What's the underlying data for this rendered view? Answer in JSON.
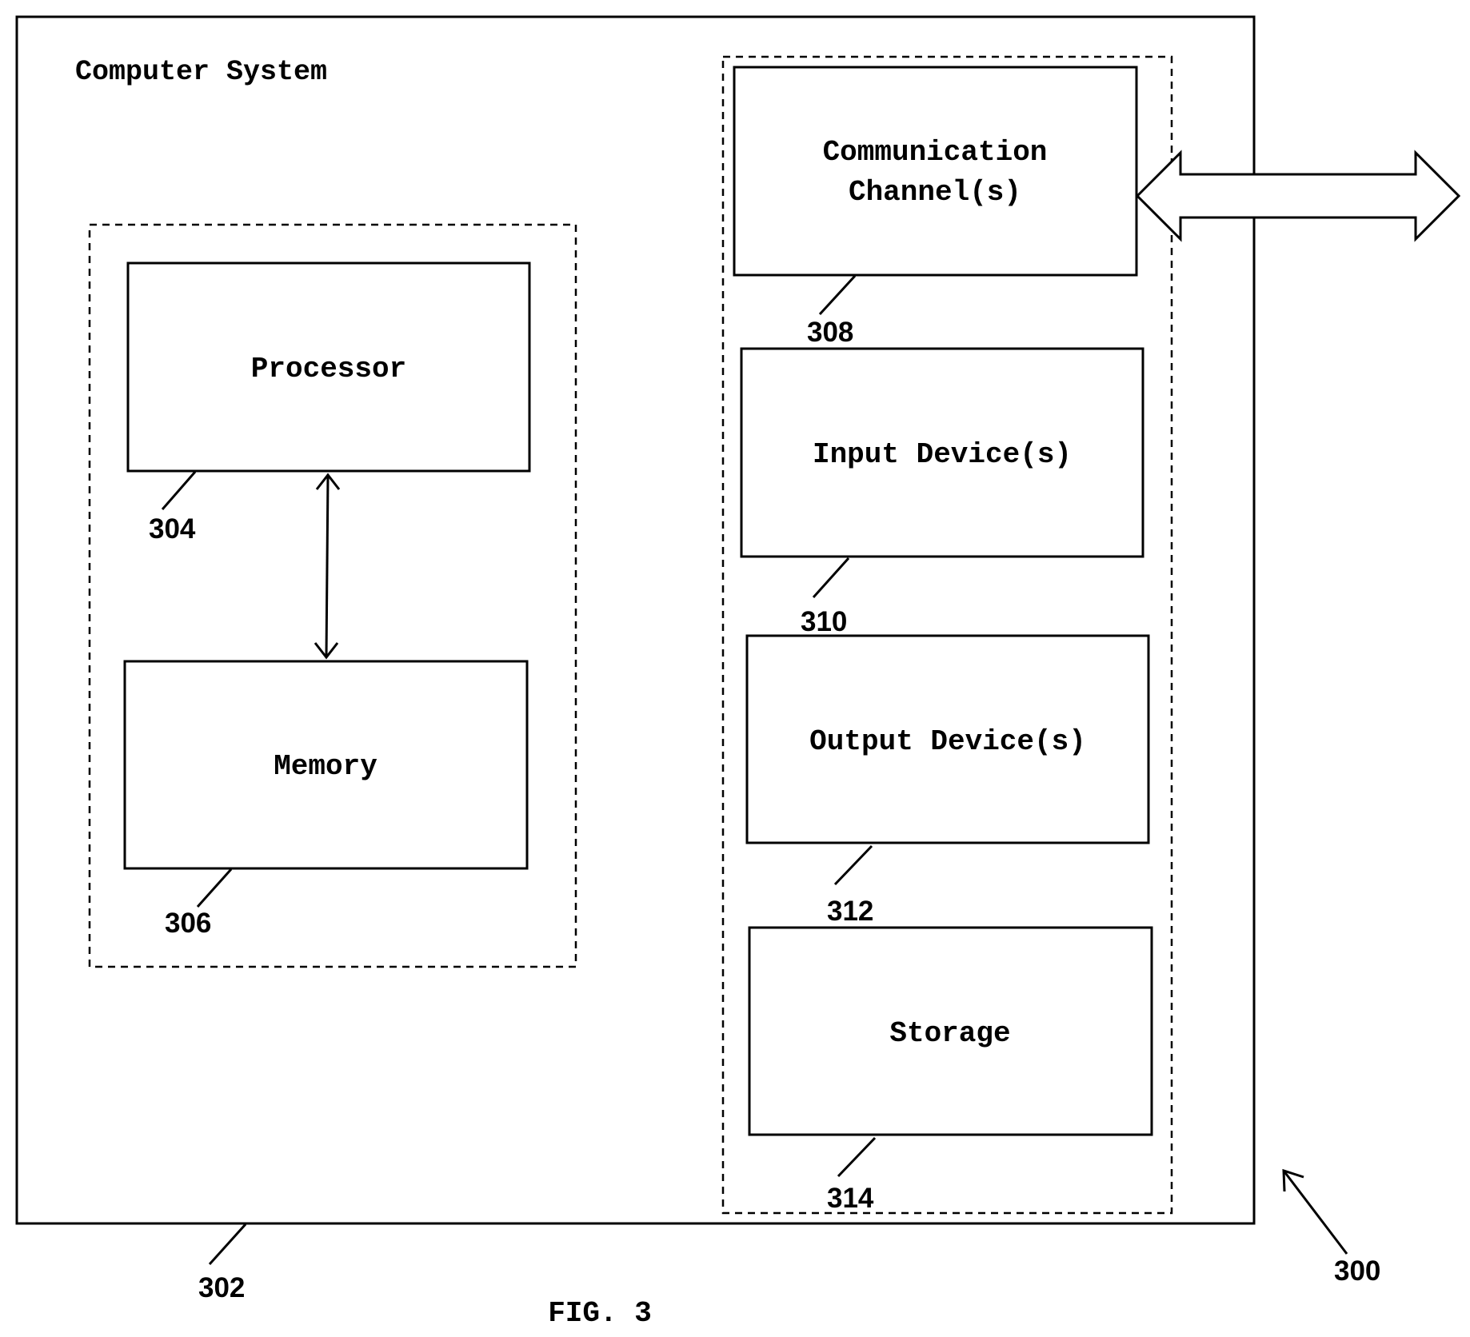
{
  "system_label": "Computer System",
  "figure_caption": "FIG. 3",
  "references": {
    "figure": "300",
    "system": "302",
    "processor": "304",
    "memory": "306",
    "communication": "308",
    "input": "310",
    "output": "312",
    "storage": "314"
  },
  "components": {
    "processor": "Processor",
    "memory": "Memory",
    "communication_line1": "Communication",
    "communication_line2": "Channel(s)",
    "input": "Input Device(s)",
    "output": "Output Device(s)",
    "storage": "Storage"
  }
}
